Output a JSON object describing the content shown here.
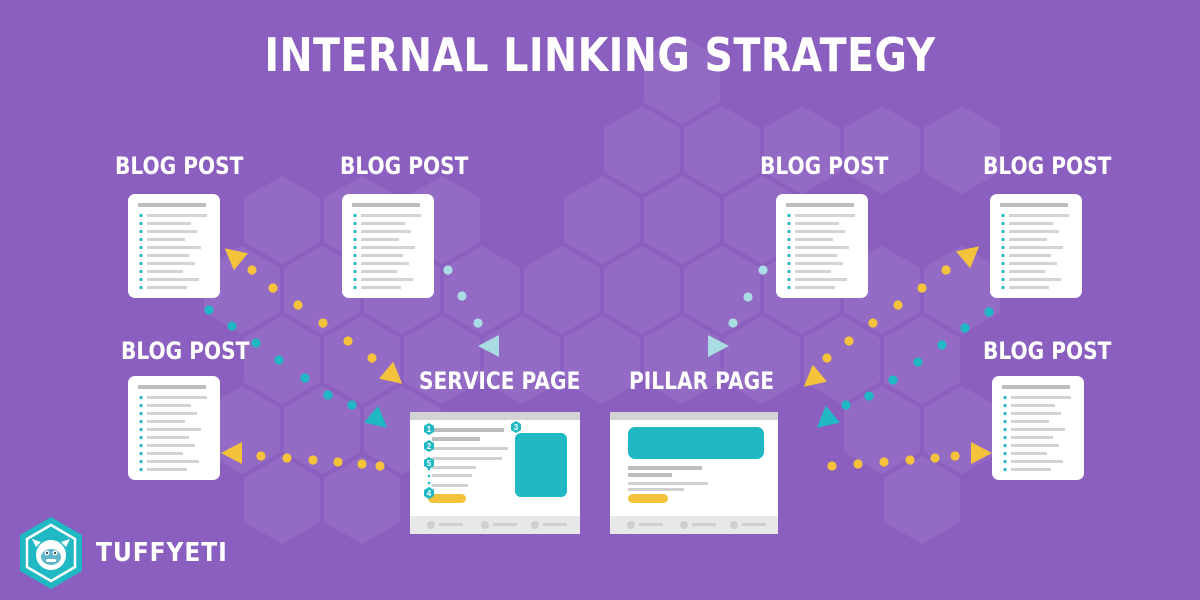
{
  "title": "INTERNAL LINKING STRATEGY",
  "labels": {
    "blog_post": "BLOG POST",
    "service_page": "SERVICE PAGE",
    "pillar_page": "PILLAR PAGE"
  },
  "badges": [
    "1",
    "2",
    "3",
    "4",
    "5"
  ],
  "brand": "TUFFYETI",
  "colors": {
    "background": "#8b5fbf",
    "hexagon": "#9a73c9",
    "teal": "#1fb8c3",
    "yellow": "#f5c33b",
    "light_blue": "#a9dde3"
  }
}
